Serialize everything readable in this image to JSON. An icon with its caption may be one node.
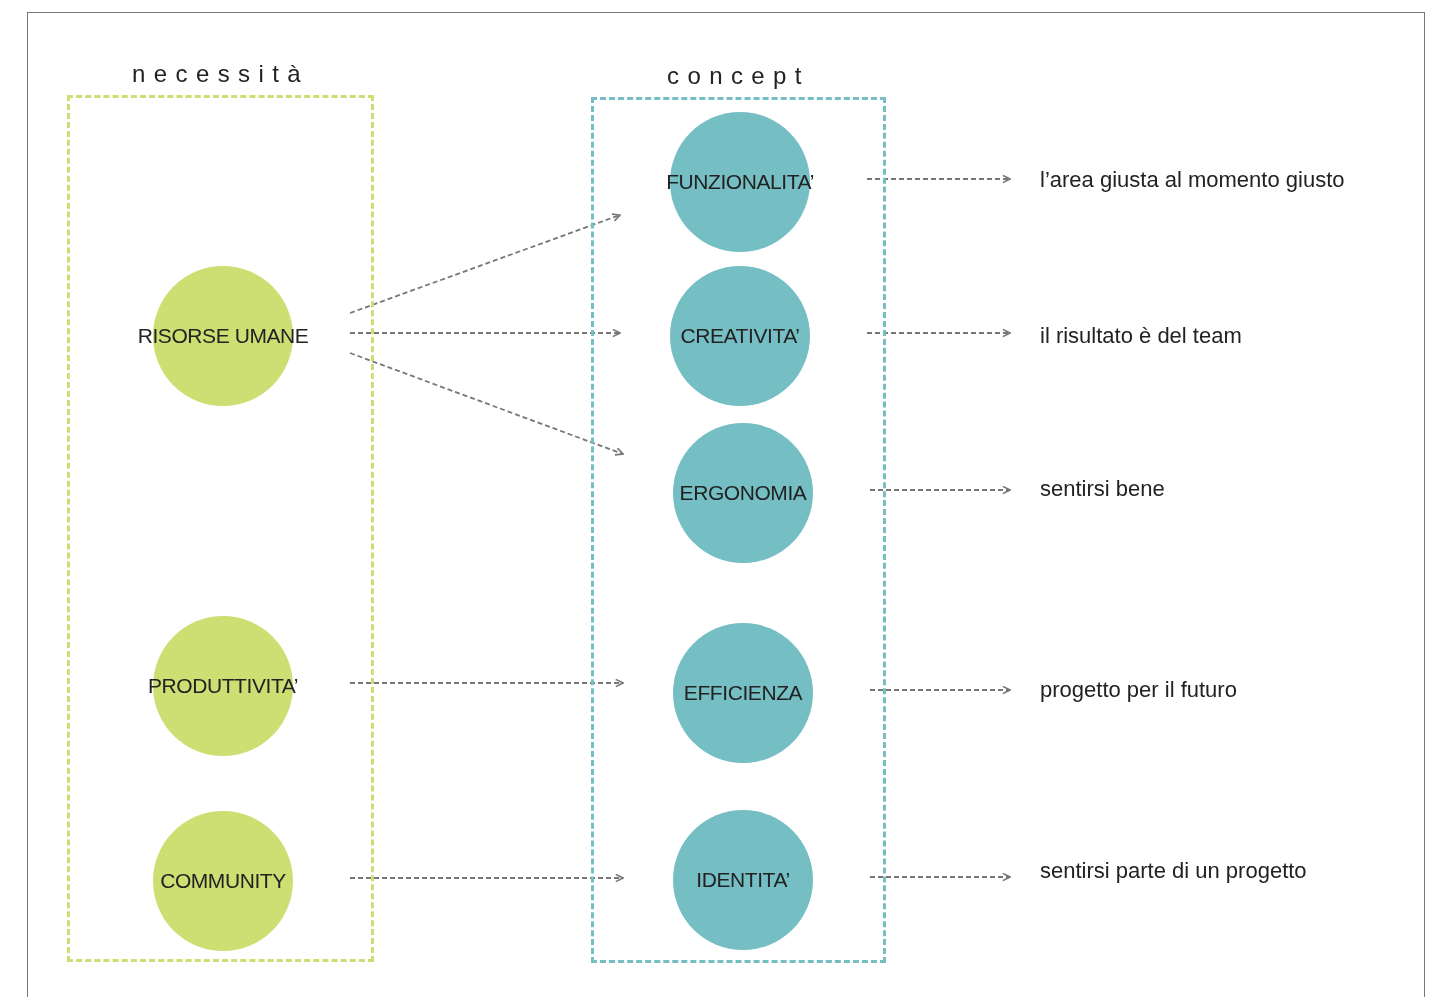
{
  "diagram": {
    "nodes": [
      {
        "text": [
          "necessità"
        ]
      },
      {
        "text": [
          "RISORSE UMANE"
        ],
        "in": 0
      },
      {
        "text": [
          "PRODUTTIVITA’"
        ],
        "in": 0
      },
      {
        "text": [
          "COMMUNITY"
        ],
        "in": 0
      },
      {
        "text": [
          "concept"
        ]
      },
      {
        "text": [
          "FUNZIONALITA’"
        ],
        "in": 4
      },
      {
        "text": [
          "CREATIVITA’"
        ],
        "in": 4
      },
      {
        "text": [
          "ERGONOMIA"
        ],
        "in": 4
      },
      {
        "text": [
          "EFFICIENZA"
        ],
        "in": 4
      },
      {
        "text": [
          "IDENTITA’"
        ],
        "in": 4
      },
      {
        "text": [
          "l’area giusta al momento giusto"
        ]
      },
      {
        "text": [
          "il risultato è del team"
        ]
      },
      {
        "text": [
          "sentirsi bene"
        ]
      },
      {
        "text": [
          "progetto per il futuro"
        ]
      },
      {
        "text": [
          "sentirsi parte di un progetto"
        ]
      }
    ],
    "edges": [
      {
        "from": 1,
        "to": 5,
        "arrow": "to",
        "style": "dashed"
      },
      {
        "from": 1,
        "to": 6,
        "arrow": "to",
        "style": "dashed"
      },
      {
        "from": 1,
        "to": 7,
        "arrow": "to",
        "style": "dashed"
      },
      {
        "from": 2,
        "to": 8,
        "arrow": "to",
        "style": "dashed"
      },
      {
        "from": 3,
        "to": 9,
        "arrow": "to",
        "style": "dashed"
      },
      {
        "from": 5,
        "to": 10,
        "arrow": "to",
        "style": "dashed"
      },
      {
        "from": 6,
        "to": 11,
        "arrow": "to",
        "style": "dashed"
      },
      {
        "from": 7,
        "to": 12,
        "arrow": "to",
        "style": "dashed"
      },
      {
        "from": 8,
        "to": 13,
        "arrow": "to",
        "style": "dashed"
      },
      {
        "from": 9,
        "to": 14,
        "arrow": "to",
        "style": "dashed"
      }
    ]
  }
}
